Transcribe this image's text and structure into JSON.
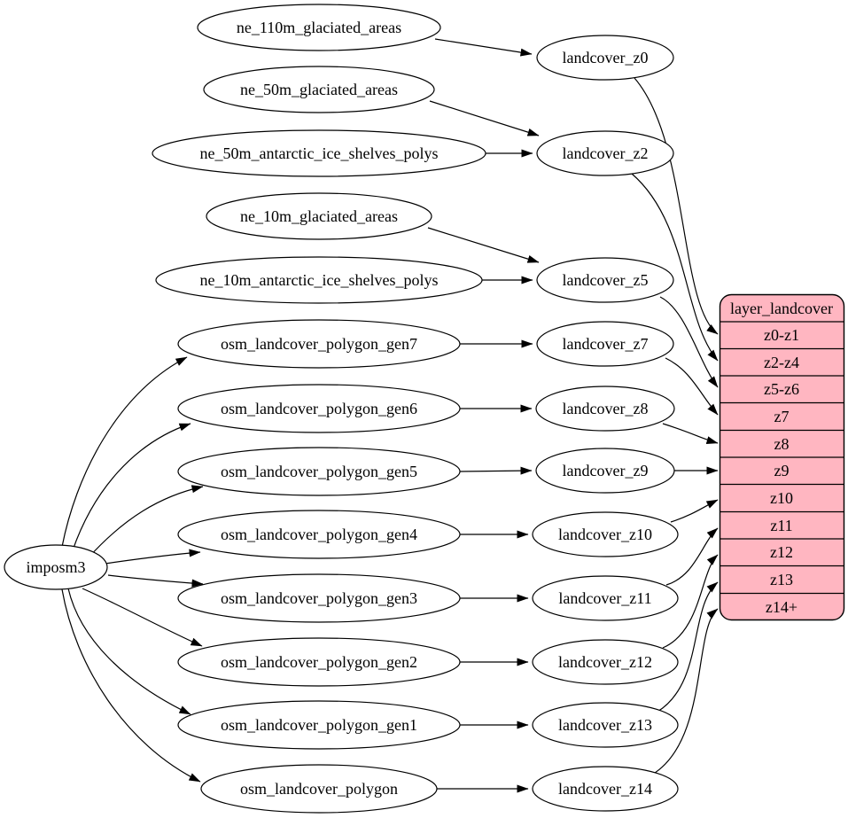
{
  "diagram": {
    "kind": "graphviz-digraph",
    "nodes": {
      "imposm3": "imposm3",
      "sources": [
        "ne_110m_glaciated_areas",
        "ne_50m_glaciated_areas",
        "ne_50m_antarctic_ice_shelves_polys",
        "ne_10m_glaciated_areas",
        "ne_10m_antarctic_ice_shelves_polys",
        "osm_landcover_polygon_gen7",
        "osm_landcover_polygon_gen6",
        "osm_landcover_polygon_gen5",
        "osm_landcover_polygon_gen4",
        "osm_landcover_polygon_gen3",
        "osm_landcover_polygon_gen2",
        "osm_landcover_polygon_gen1",
        "osm_landcover_polygon"
      ],
      "landcover": [
        "landcover_z0",
        "landcover_z2",
        "landcover_z5",
        "landcover_z7",
        "landcover_z8",
        "landcover_z9",
        "landcover_z10",
        "landcover_z11",
        "landcover_z12",
        "landcover_z13",
        "landcover_z14"
      ],
      "table": {
        "title": "layer_landcover",
        "rows": [
          "z0-z1",
          "z2-z4",
          "z5-z6",
          "z7",
          "z8",
          "z9",
          "z10",
          "z11",
          "z12",
          "z13",
          "z14+"
        ]
      }
    },
    "edges": [
      {
        "from": "ne_110m_glaciated_areas",
        "to": "landcover_z0"
      },
      {
        "from": "ne_50m_glaciated_areas",
        "to": "landcover_z2"
      },
      {
        "from": "ne_50m_antarctic_ice_shelves_polys",
        "to": "landcover_z2"
      },
      {
        "from": "ne_10m_glaciated_areas",
        "to": "landcover_z5"
      },
      {
        "from": "ne_10m_antarctic_ice_shelves_polys",
        "to": "landcover_z5"
      },
      {
        "from": "imposm3",
        "to": "osm_landcover_polygon_gen7"
      },
      {
        "from": "imposm3",
        "to": "osm_landcover_polygon_gen6"
      },
      {
        "from": "imposm3",
        "to": "osm_landcover_polygon_gen5"
      },
      {
        "from": "imposm3",
        "to": "osm_landcover_polygon_gen4"
      },
      {
        "from": "imposm3",
        "to": "osm_landcover_polygon_gen3"
      },
      {
        "from": "imposm3",
        "to": "osm_landcover_polygon_gen2"
      },
      {
        "from": "imposm3",
        "to": "osm_landcover_polygon_gen1"
      },
      {
        "from": "imposm3",
        "to": "osm_landcover_polygon"
      },
      {
        "from": "osm_landcover_polygon_gen7",
        "to": "landcover_z7"
      },
      {
        "from": "osm_landcover_polygon_gen6",
        "to": "landcover_z8"
      },
      {
        "from": "osm_landcover_polygon_gen5",
        "to": "landcover_z9"
      },
      {
        "from": "osm_landcover_polygon_gen4",
        "to": "landcover_z10"
      },
      {
        "from": "osm_landcover_polygon_gen3",
        "to": "landcover_z11"
      },
      {
        "from": "osm_landcover_polygon_gen2",
        "to": "landcover_z12"
      },
      {
        "from": "osm_landcover_polygon_gen1",
        "to": "landcover_z13"
      },
      {
        "from": "osm_landcover_polygon",
        "to": "landcover_z14"
      },
      {
        "from": "landcover_z0",
        "to": "layer_landcover",
        "port": "z0-z1"
      },
      {
        "from": "landcover_z2",
        "to": "layer_landcover",
        "port": "z2-z4"
      },
      {
        "from": "landcover_z5",
        "to": "layer_landcover",
        "port": "z5-z6"
      },
      {
        "from": "landcover_z7",
        "to": "layer_landcover",
        "port": "z7"
      },
      {
        "from": "landcover_z8",
        "to": "layer_landcover",
        "port": "z8"
      },
      {
        "from": "landcover_z9",
        "to": "layer_landcover",
        "port": "z9"
      },
      {
        "from": "landcover_z10",
        "to": "layer_landcover",
        "port": "z10"
      },
      {
        "from": "landcover_z11",
        "to": "layer_landcover",
        "port": "z11"
      },
      {
        "from": "landcover_z12",
        "to": "layer_landcover",
        "port": "z12"
      },
      {
        "from": "landcover_z13",
        "to": "layer_landcover",
        "port": "z13"
      },
      {
        "from": "landcover_z14",
        "to": "layer_landcover",
        "port": "z14+"
      }
    ],
    "colors": {
      "background": "#ffffff",
      "node_fill": "#ffffff",
      "stroke": "#000000",
      "text": "#000000",
      "table_fill": "#ffb6c1"
    }
  }
}
